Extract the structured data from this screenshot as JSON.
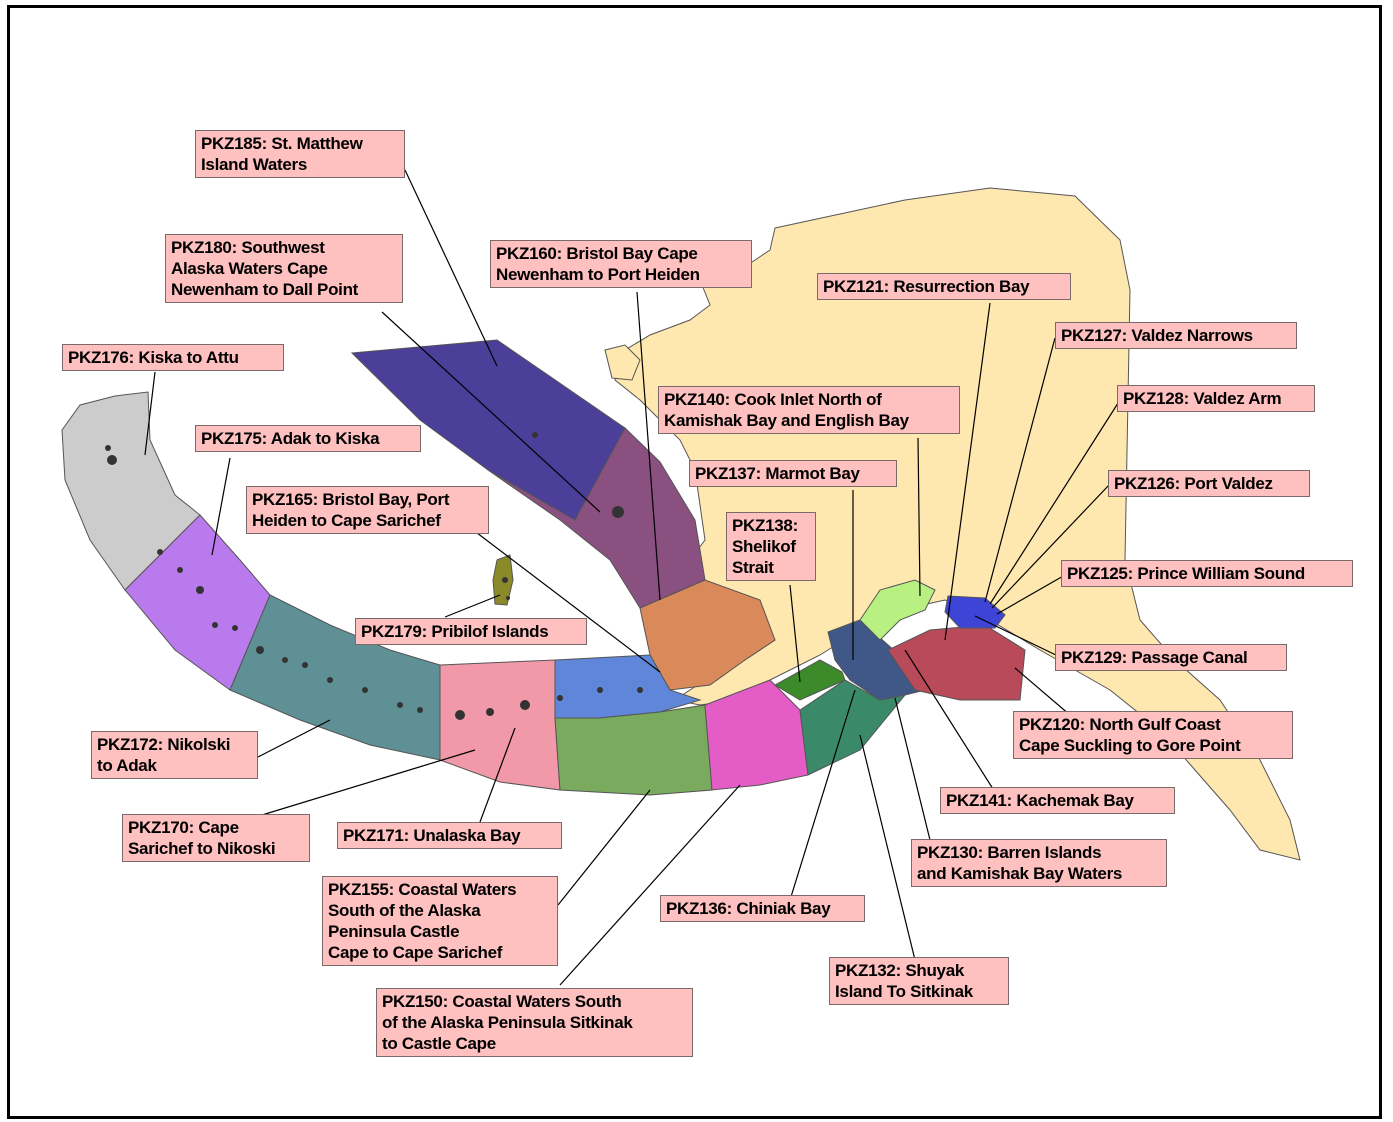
{
  "colors": {
    "land": "#ffe8b0",
    "label_fill": "#ffc0c0",
    "zone_185": "#4b3f99",
    "zone_180": "#8a5080",
    "zone_160": "#d9895a",
    "zone_165": "#5f86d8",
    "zone_176": "#cccccc",
    "zone_175": "#b97aee",
    "zone_172": "#5e9096",
    "zone_170": "#f199a9",
    "zone_155": "#7aaa5e",
    "zone_150": "#e45dc6",
    "zone_136": "#3a8a6a",
    "zone_138": "#3c8a2a",
    "zone_130": "#3f5888",
    "zone_140": "#b8f082",
    "zone_120": "#b84a5a",
    "zone_125": "#3d44d6",
    "zone_179": "#8a8a2a"
  },
  "labels": [
    {
      "id": "pkz185",
      "text": "PKZ185: St. Matthew\nIsland Waters"
    },
    {
      "id": "pkz180",
      "text": "PKZ180: Southwest\nAlaska Waters Cape\nNewenham to Dall Point"
    },
    {
      "id": "pkz160",
      "text": "PKZ160: Bristol Bay  Cape\nNewenham to Port Heiden"
    },
    {
      "id": "pkz121",
      "text": "PKZ121: Resurrection Bay"
    },
    {
      "id": "pkz127",
      "text": "PKZ127: Valdez Narrows"
    },
    {
      "id": "pkz176",
      "text": "PKZ176: Kiska to Attu"
    },
    {
      "id": "pkz140",
      "text": "PKZ140: Cook Inlet North of\nKamishak Bay and English Bay"
    },
    {
      "id": "pkz128",
      "text": "PKZ128: Valdez Arm"
    },
    {
      "id": "pkz175",
      "text": "PKZ175: Adak to Kiska"
    },
    {
      "id": "pkz137",
      "text": "PKZ137: Marmot Bay"
    },
    {
      "id": "pkz126",
      "text": "PKZ126: Port Valdez"
    },
    {
      "id": "pkz165",
      "text": "PKZ165: Bristol Bay, Port\nHeiden to Cape Sarichef"
    },
    {
      "id": "pkz138",
      "text": "PKZ138:\nShelikof\nStrait"
    },
    {
      "id": "pkz125",
      "text": "PKZ125: Prince William Sound"
    },
    {
      "id": "pkz179",
      "text": "PKZ179: Pribilof Islands"
    },
    {
      "id": "pkz129",
      "text": "PKZ129: Passage Canal"
    },
    {
      "id": "pkz120",
      "text": "PKZ120: North Gulf Coast\nCape Suckling to Gore Point"
    },
    {
      "id": "pkz172",
      "text": "PKZ172: Nikolski\nto Adak"
    },
    {
      "id": "pkz141",
      "text": "PKZ141: Kachemak Bay"
    },
    {
      "id": "pkz170",
      "text": "PKZ170: Cape\nSarichef to Nikoski"
    },
    {
      "id": "pkz171",
      "text": "PKZ171: Unalaska Bay"
    },
    {
      "id": "pkz130",
      "text": "PKZ130: Barren Islands\nand Kamishak Bay Waters"
    },
    {
      "id": "pkz155",
      "text": "PKZ155: Coastal Waters\nSouth of the Alaska\nPeninsula Castle\nCape to Cape Sarichef"
    },
    {
      "id": "pkz136",
      "text": "PKZ136: Chiniak Bay"
    },
    {
      "id": "pkz132",
      "text": "PKZ132: Shuyak\nIsland To Sitkinak"
    },
    {
      "id": "pkz150",
      "text": "PKZ150: Coastal Waters South\nof the Alaska Peninsula Sitkinak\nto Castle Cape"
    }
  ]
}
